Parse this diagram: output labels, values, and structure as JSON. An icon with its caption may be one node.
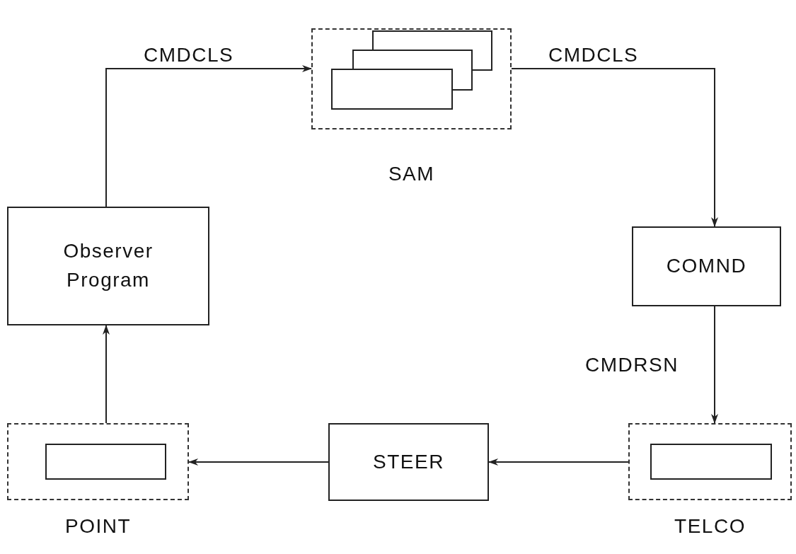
{
  "diagram": {
    "nodes": [
      {
        "text": [
          "Observer Program"
        ]
      },
      {
        "text": [],
        "shape": "box",
        "beside": [
          "SAM"
        ]
      },
      {
        "text": [
          "COMND"
        ]
      },
      {
        "text": [],
        "shape": "box",
        "beside": [
          "TELCO"
        ]
      },
      {
        "text": [],
        "shape": "box",
        "in": 3
      },
      {
        "text": [
          "STEER"
        ]
      },
      {
        "text": [],
        "shape": "box",
        "beside": [
          "POINT"
        ]
      },
      {
        "text": [],
        "shape": "box",
        "in": 6
      }
    ],
    "edges": [
      {
        "from": 0,
        "to": 1,
        "arrow": "to",
        "label": "CMDCLS"
      },
      {
        "from": 1,
        "to": 2,
        "arrow": "to",
        "label": "CMDCLS"
      },
      {
        "from": 2,
        "to": 3,
        "arrow": "to",
        "label": "CMDRSN"
      },
      {
        "from": 3,
        "to": 5,
        "arrow": "to"
      },
      {
        "from": 5,
        "to": 6,
        "arrow": "to"
      },
      {
        "from": 6,
        "to": 0,
        "arrow": "to"
      }
    ]
  }
}
